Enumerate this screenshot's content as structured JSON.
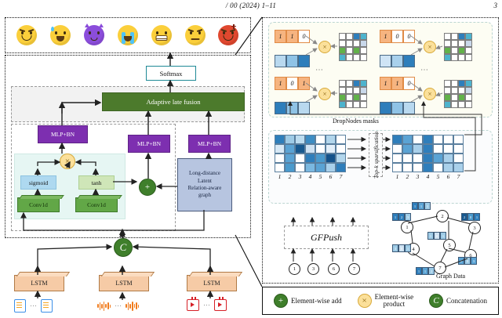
{
  "header": {
    "citation": "/  00 (2024) 1–11",
    "page_number": "3"
  },
  "emotions": {
    "label": "emotion-output-classes",
    "items": [
      {
        "name": "disappointed",
        "color": "#fbcf3b"
      },
      {
        "name": "anxious-sweat",
        "color": "#fbcf3b"
      },
      {
        "name": "purple-devil",
        "color": "#8b4ddb"
      },
      {
        "name": "loudly-crying",
        "color": "#fbcf3b"
      },
      {
        "name": "grimacing",
        "color": "#fbcf3b"
      },
      {
        "name": "unamused",
        "color": "#fbcf3b"
      },
      {
        "name": "angry",
        "color": "#e0482f"
      }
    ]
  },
  "left_diagram": {
    "softmax": "Softmax",
    "fusion": "Adaptive late fusion",
    "mlp_left": "MLP+BN",
    "mlp_mid": "MLP+BN",
    "mlp_right": "MLP+BN",
    "sigmoid": "sigmoid",
    "tanh": "tanh",
    "conv_left": "Conv1d",
    "conv_right": "Conv1d",
    "graph_box": "Long-distance\nLatent\nRelation-aware\ngraph",
    "graph_box_lines": [
      "Long-distance",
      "Latent",
      "Relation-aware",
      "graph"
    ],
    "multiply_symbol": "×",
    "add_symbol": "+",
    "concat_symbol": "C",
    "lstm_1": "LSTM",
    "lstm_2": "LSTM",
    "lstm_3": "LSTM",
    "modalities": [
      {
        "name": "text-modality",
        "icon": "document-icon",
        "ellipsis": "⋯"
      },
      {
        "name": "audio-modality",
        "icon": "waveform-icon",
        "ellipsis": "⋯"
      },
      {
        "name": "video-modality",
        "icon": "video-icon",
        "ellipsis": "⋯"
      }
    ]
  },
  "right_diagram": {
    "dropnodes_label": "DropNodes masks",
    "topk_label": "Top-k sparsification",
    "gfpush_label": "GFPush",
    "graphdata_label": "Graph Data",
    "ellipsis": "⋯",
    "multiply_symbol": "×",
    "masks": [
      {
        "bits": [
          "1",
          "1",
          "0"
        ],
        "strip_shades": [
          "#b9d9ef",
          "#8fc3e6",
          "#2e7ebb"
        ]
      },
      {
        "bits": [
          "1",
          "0",
          "0"
        ],
        "strip_shades": [
          "#cfe4f5",
          "#a8d0ec",
          "#2e7ebb"
        ]
      },
      {
        "bits": [
          "1",
          "0",
          "1"
        ],
        "strip_shades": [
          "#2e7ebb",
          "#8fc3e6",
          "#b9d9ef"
        ]
      },
      {
        "bits": [
          "1",
          "1",
          "0"
        ],
        "strip_shades": [
          "#2e7ebb",
          "#8fc3e6",
          "#b9d9ef"
        ]
      }
    ],
    "matrix_colors": [
      [
        "#ffffff",
        "#ffffff",
        "#2e7ebb",
        "#4db3cd"
      ],
      [
        "#ffffff",
        "#ffffff",
        "#ffffff",
        "#c9d8ea"
      ],
      [
        "#62b24a",
        "#ffffff",
        "#62b24a",
        "#ffffff"
      ],
      [
        "#4db3cd",
        "#ffffff",
        "#ffffff",
        "#ffffff"
      ]
    ],
    "heatmap_columns": [
      "1",
      "2",
      "3",
      "4",
      "5",
      "6",
      "7"
    ],
    "heatmap_dense": [
      [
        "#2e7ebb",
        "#9ecbe6",
        "#bcdcef",
        "#3d8dc4",
        "#ffffff",
        "#b2d6ec",
        "#ffffff"
      ],
      [
        "#d7e8f5",
        "#5aa3d4",
        "#18598f",
        "#cfe2f2",
        "#ffffff",
        "#e3eff9",
        "#ffffff"
      ],
      [
        "#ffffff",
        "#5aa3d4",
        "#ffffff",
        "#2e7ebb",
        "#4f9 acd",
        "#14528a",
        "#b2d6ec"
      ],
      [
        "#ffffff",
        "#4a9acd",
        "#ffffff",
        "#7ab8e0",
        "#5aa3d4",
        "#a9d0ea",
        "#2e7ebb"
      ]
    ],
    "heatmap_sparse": [
      [
        "#2e7ebb",
        "#5aa3d4",
        "#ffffff",
        "#2e7ebb",
        "#ffffff",
        "#ffffff",
        "#ffffff"
      ],
      [
        "#ffffff",
        "#5aa3d4",
        "#a9d0ea",
        "#2e7ebb",
        "#ffffff",
        "#ffffff",
        "#ffffff"
      ],
      [
        "#ffffff",
        "#ffffff",
        "#ffffff",
        "#2e7ebb",
        "#5aa3d4",
        "#a9d0ea",
        "#ffffff"
      ],
      [
        "#ffffff",
        "#ffffff",
        "#ffffff",
        "#2e7ebb",
        "#ffffff",
        "#a9d0ea",
        "#a9d0ea"
      ]
    ],
    "gfpush_inputs": [
      "1",
      "3",
      "6",
      "7"
    ],
    "graph_nodes": [
      "1",
      "2",
      "3",
      "4",
      "5",
      "6",
      "7"
    ]
  },
  "legend": {
    "items": [
      {
        "symbol": "+",
        "label": "Element-wise add",
        "color": "#3f7f2b",
        "name": "element-wise-add"
      },
      {
        "symbol": "×",
        "label": "Element-wise\nproduct",
        "color": "#fbe09a",
        "name": "element-wise-product"
      },
      {
        "symbol": "C",
        "label": "Concatenation",
        "color": "#3f7f2b",
        "name": "concatenation"
      }
    ],
    "labels": [
      "Element-wise add",
      "Element-wise product",
      "Concatenation"
    ],
    "product_line1": "Element-wise",
    "product_line2": "product"
  }
}
